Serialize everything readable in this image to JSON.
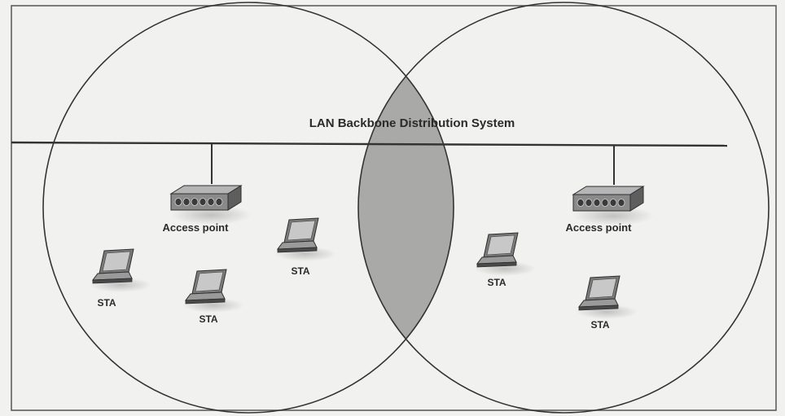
{
  "diagram": {
    "backbone_label": "LAN Backbone Distribution System",
    "access_points": [
      {
        "label": "Access point"
      },
      {
        "label": "Access point"
      }
    ],
    "stations": [
      {
        "label": "STA"
      },
      {
        "label": "STA"
      },
      {
        "label": "STA"
      },
      {
        "label": "STA"
      },
      {
        "label": "STA"
      }
    ],
    "colors": {
      "background": "#f1f1ef",
      "line": "#333333",
      "overlap_fill": "#a9a9a7",
      "device_body": "#8a8a8a",
      "device_dark": "#3a3a3a"
    }
  }
}
